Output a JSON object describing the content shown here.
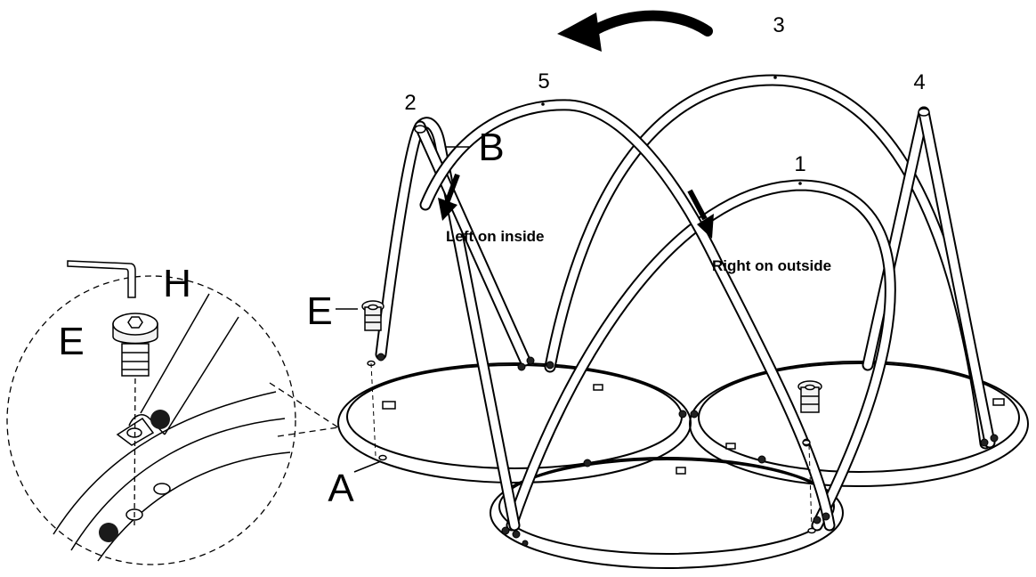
{
  "labels": {
    "arch_1": "1",
    "arch_2": "2",
    "arch_3": "3",
    "arch_4": "4",
    "arch_5": "5",
    "part_a": "A",
    "part_b": "B",
    "part_e_main": "E",
    "part_e_detail": "E",
    "part_h": "H"
  },
  "notes": {
    "left_on_inside": "Left on inside",
    "right_on_outside": "Right on outside"
  },
  "colors": {
    "line": "#000000",
    "fill": "#ffffff",
    "screw_fill": "#f2f2f2",
    "dot": "#1a1a1a"
  }
}
